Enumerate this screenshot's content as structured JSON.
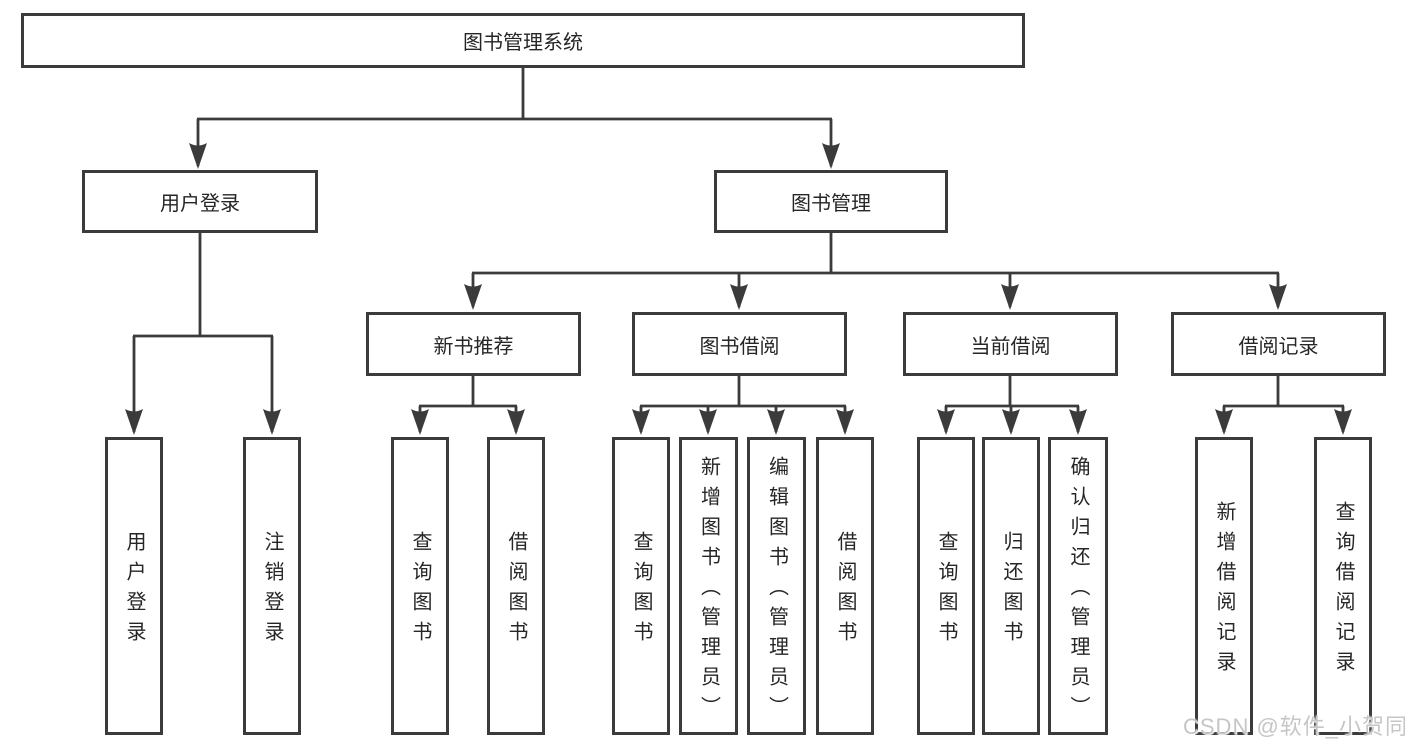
{
  "watermark": "CSDN @软件_小贺同学",
  "tree": {
    "root": "图书管理系统",
    "user_login": {
      "label": "用户登录",
      "children": [
        "用户登录",
        "注销登录"
      ]
    },
    "book_mgmt": {
      "label": "图书管理",
      "sections": {
        "new_book_rec": {
          "label": "新书推荐",
          "children": [
            "查询图书",
            "借阅图书"
          ]
        },
        "book_borrow": {
          "label": "图书借阅",
          "children": [
            "查询图书",
            "新增图书（管理员）",
            "编辑图书（管理员）",
            "借阅图书"
          ]
        },
        "current_borrow": {
          "label": "当前借阅",
          "children": [
            "查询图书",
            "归还图书",
            "确认归还（管理员）"
          ]
        },
        "borrow_records": {
          "label": "借阅记录",
          "children": [
            "新增借阅记录",
            "查询借阅记录"
          ]
        }
      }
    }
  },
  "colors": {
    "line": "#3b3b3b",
    "text": "#262626",
    "watermark": "#c6c6c6",
    "background": "#ffffff"
  }
}
